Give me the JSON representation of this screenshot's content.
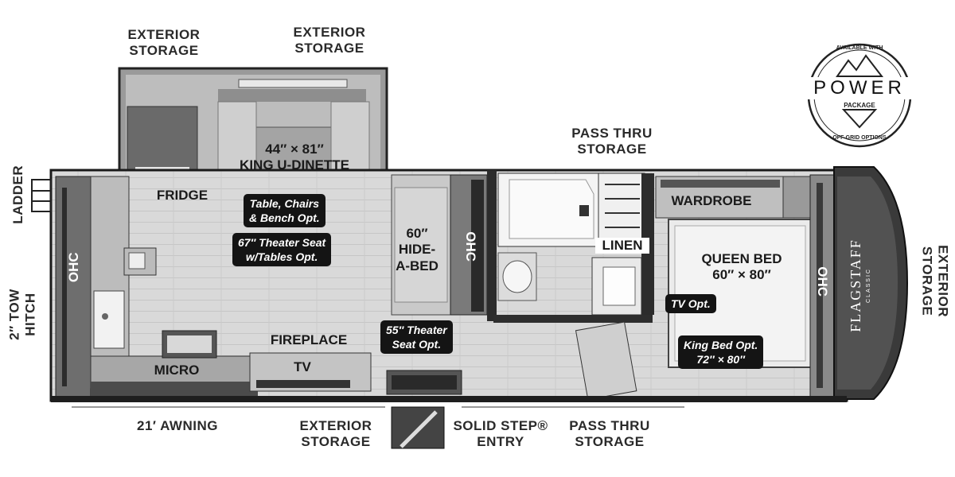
{
  "labels": {
    "exterior_storage_1": [
      "EXTERIOR",
      "STORAGE"
    ],
    "exterior_storage_2": [
      "EXTERIOR",
      "STORAGE"
    ],
    "pass_thru_storage_top": [
      "PASS THRU",
      "STORAGE"
    ],
    "ladder": "LADDER",
    "tow_hitch": [
      "2″ TOW",
      "HITCH"
    ],
    "exterior_storage_right": [
      "EXTERIOR",
      "STORAGE"
    ],
    "awning": "21′ AWNING",
    "exterior_storage_bottom": [
      "EXTERIOR",
      "STORAGE"
    ],
    "solid_step": [
      "SOLID STEP®",
      "ENTRY"
    ],
    "pass_thru_storage_bottom": [
      "PASS THRU",
      "STORAGE"
    ]
  },
  "rooms": {
    "dinette_size": "44″ × 81″",
    "dinette_name": "KING U-DINETTE",
    "fridge": "FRIDGE",
    "ohc_left": "OHC",
    "micro": "MICRO",
    "fireplace": "FIREPLACE",
    "tv": "TV",
    "hide_a_bed": [
      "60″",
      "HIDE-",
      "A-BED"
    ],
    "ohc_mid": "OHC",
    "wardrobe": "WARDROBE",
    "linen": "LINEN",
    "queen_bed": [
      "QUEEN BED",
      "60″ × 80″"
    ],
    "ohc_right": "OHC"
  },
  "options": {
    "table_chairs": [
      "Table, Chairs",
      "& Bench Opt."
    ],
    "theater_seat_67": [
      "67″ Theater Seat",
      "w/Tables Opt."
    ],
    "theater_seat_55": [
      "55″ Theater",
      "Seat Opt."
    ],
    "tv_opt": "TV Opt.",
    "king_bed": [
      "King Bed Opt.",
      "72″ × 80″"
    ]
  },
  "brand": {
    "name": "FLAGSTAFF",
    "sub": "CLASSIC"
  },
  "power_badge": {
    "top": "AVAILABLE WITH",
    "word": "POWER",
    "mid": "PACKAGE",
    "bottom": "OFF-GRID OPTIONS"
  }
}
